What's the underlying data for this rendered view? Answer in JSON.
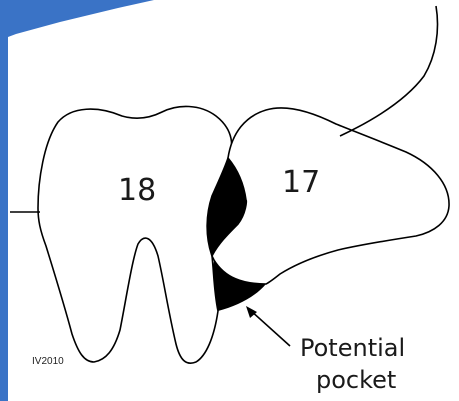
{
  "diagram": {
    "teeth": [
      {
        "number": "18"
      },
      {
        "number": "17"
      }
    ],
    "annotation": {
      "line1": "Potential",
      "line2": "pocket"
    },
    "credit": "IV2010",
    "colors": {
      "frame_blue": "#3a73c6",
      "outline": "#000000",
      "pocket_fill": "#000000",
      "background": "#ffffff"
    }
  }
}
